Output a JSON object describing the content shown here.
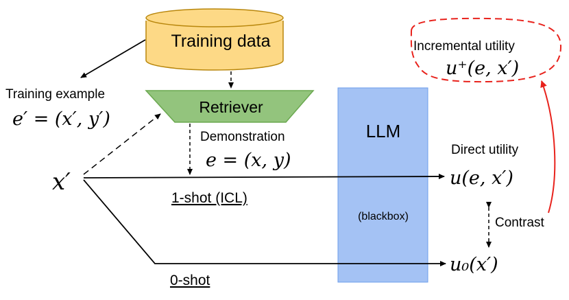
{
  "training_data": {
    "label": "Training data",
    "fill_color": "#fdd986",
    "stroke_color": "#b8860b"
  },
  "training_example": {
    "label": "Training example",
    "formula": "e′ = (x′, y′)"
  },
  "retriever": {
    "label": "Retriever",
    "fill_color": "#93c47d",
    "stroke_color": "#6aa84f"
  },
  "demonstration": {
    "label": "Demonstration",
    "formula": "e = (x, y)"
  },
  "llm": {
    "label": "LLM",
    "sublabel": "(blackbox)",
    "fill_color": "#a4c2f4",
    "stroke_color": "#6d9eeb"
  },
  "input": {
    "symbol": "x′"
  },
  "paths": {
    "one_shot": "1-shot (ICL)",
    "zero_shot": "0-shot"
  },
  "direct_utility": {
    "label": "Direct utility",
    "formula": "u(e, x′)"
  },
  "zero_shot_utility": {
    "formula": "u₀(x′)"
  },
  "contrast": {
    "label": "Contrast"
  },
  "incremental_utility": {
    "label": "Incremental utility",
    "formula": "u⁺(e, x′)",
    "highlight_color": "#e8221c"
  }
}
